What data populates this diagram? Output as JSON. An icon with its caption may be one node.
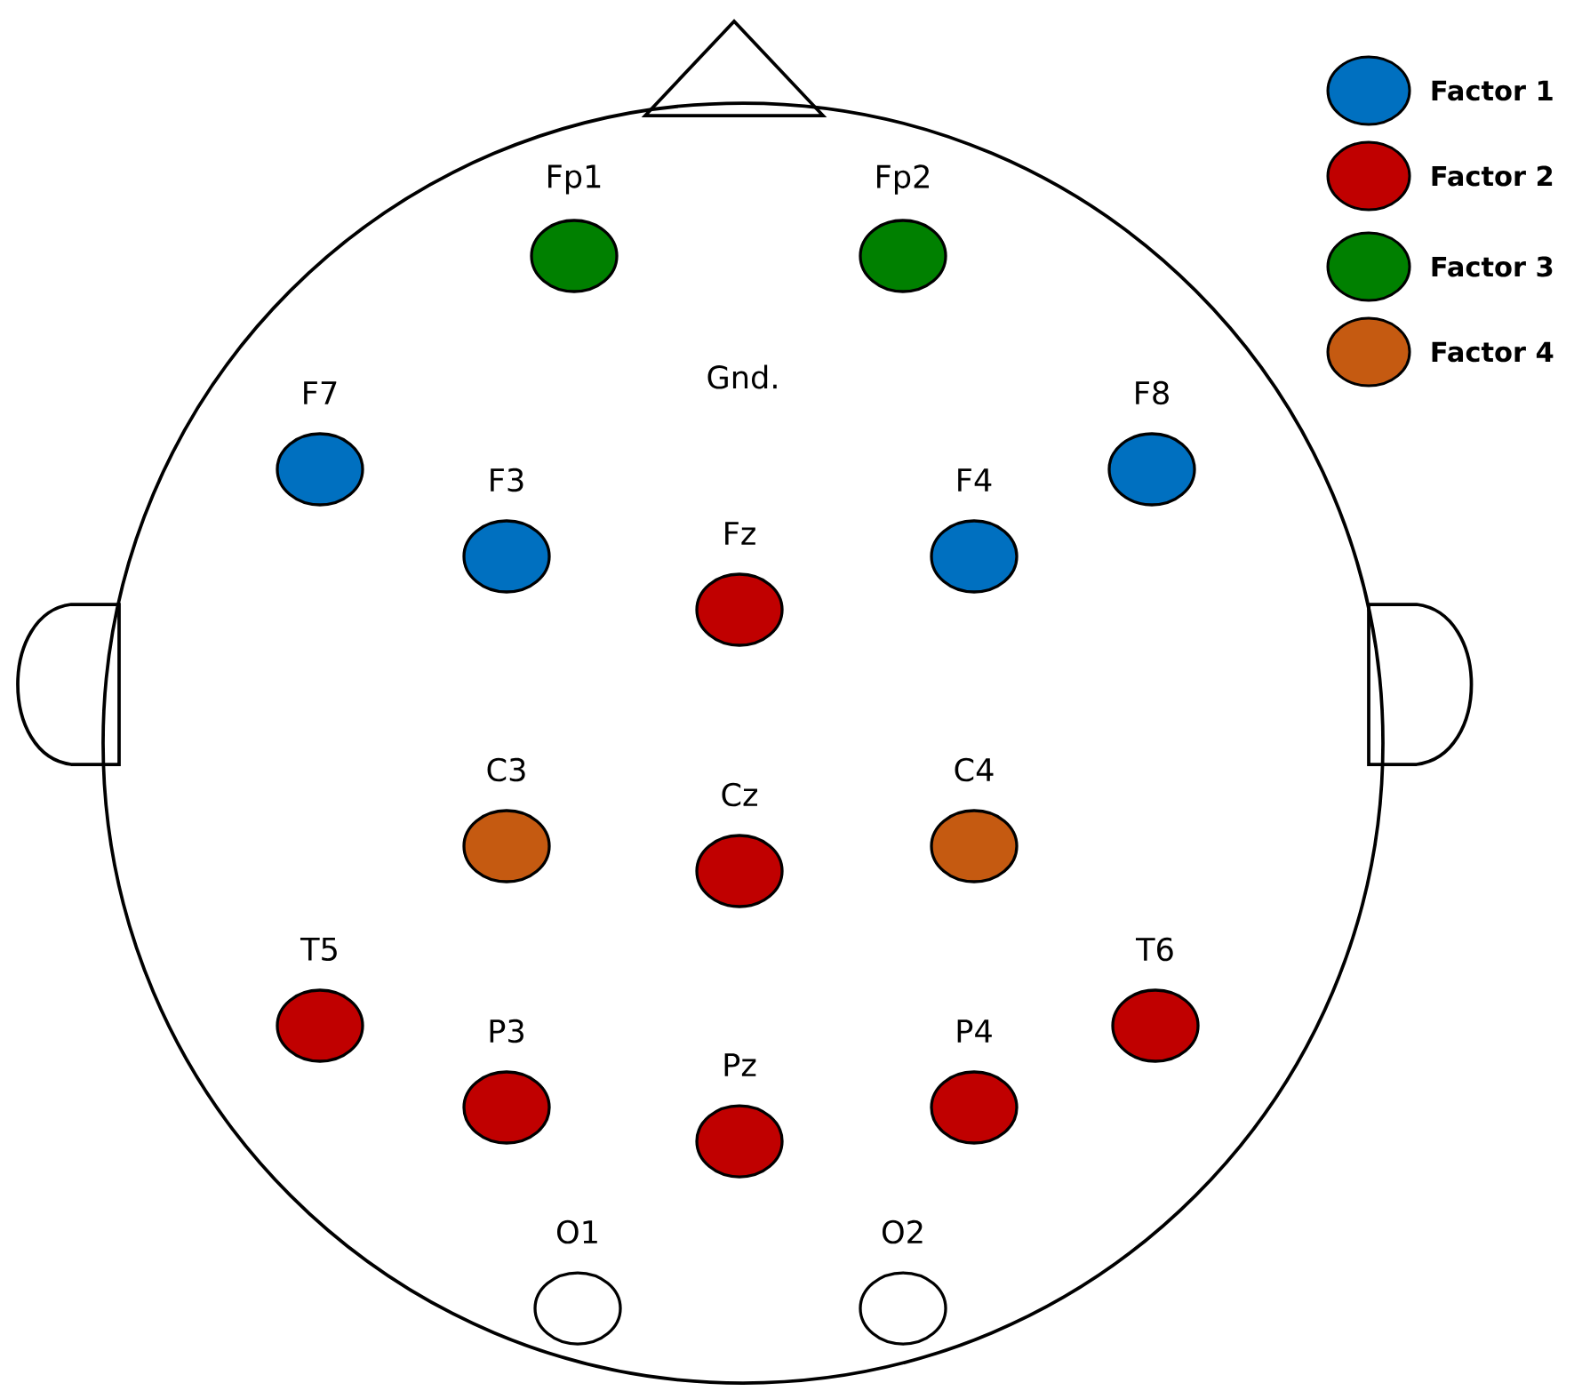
{
  "diagram": {
    "nodes": [
      {
        "text": [],
        "shape": "circle"
      },
      {
        "text": [
          "Fp1"
        ],
        "in": 0
      },
      {
        "text": [
          "Fp2"
        ],
        "in": 0
      },
      {
        "text": [
          "F7"
        ],
        "in": 0
      },
      {
        "text": [
          "F8"
        ],
        "in": 0
      },
      {
        "text": [
          "F3"
        ],
        "in": 0
      },
      {
        "text": [
          "Fz"
        ],
        "in": 0
      },
      {
        "text": [
          "F4"
        ],
        "in": 0
      },
      {
        "text": [
          "C3"
        ],
        "in": 0
      },
      {
        "text": [
          "Cz"
        ],
        "in": 0
      },
      {
        "text": [
          "C4"
        ],
        "in": 0
      },
      {
        "text": [
          "T5"
        ],
        "in": 0
      },
      {
        "text": [
          "T6"
        ],
        "in": 0
      },
      {
        "text": [
          "P3"
        ],
        "in": 0
      },
      {
        "text": [
          "Pz"
        ],
        "in": 0
      },
      {
        "text": [
          "P4"
        ],
        "in": 0
      },
      {
        "text": [
          "O1"
        ],
        "in": 0
      },
      {
        "text": [
          "O2"
        ],
        "in": 0
      }
    ],
    "labels": [
      "Gnd."
    ],
    "legend": [
      {
        "text": "Factor 1",
        "color": "#0070c0"
      },
      {
        "text": "Factor 2",
        "color": "#c00000"
      },
      {
        "text": "Factor 3",
        "color": "#008000"
      },
      {
        "text": "Factor 4",
        "color": "#c55a11"
      }
    ]
  }
}
